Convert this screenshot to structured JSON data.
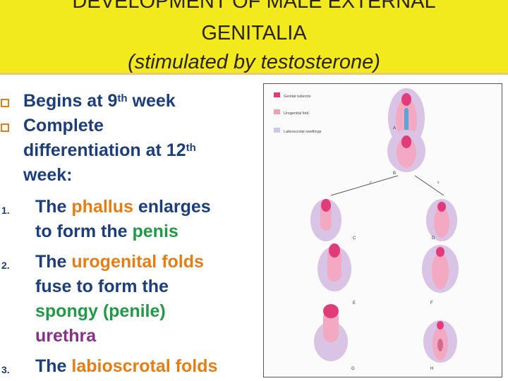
{
  "title": {
    "line1": "DEVELOPMENT OF MALE EXTERNAL",
    "line2": "GENITALIA",
    "line3": "(stimulated by testosterone)"
  },
  "bullets": [
    {
      "text": "Begins at 9",
      "sup": "th",
      "after": " week"
    },
    {
      "text_line1": "Complete",
      "text_line2": "differentiation at 12",
      "sup": "th",
      "text_line3": "week:"
    }
  ],
  "numbered": [
    {
      "marker": "1.",
      "pre": "The ",
      "hl": "phallus",
      "post": " enlarges",
      "line2_pre": "to form the ",
      "line2_hl": "penis"
    },
    {
      "marker": "2.",
      "pre": "The ",
      "hl": "urogenital folds",
      "line2": "fuse to form the",
      "line3": "spongy (penile)",
      "line4": "urethra"
    },
    {
      "marker": "3.",
      "pre": "The ",
      "hl": "labioscrotal folds"
    }
  ],
  "figure": {
    "legend": [
      "Genital tubercle",
      "Urogenital fold",
      "Labioscrotal swellings"
    ],
    "legend_colors": [
      "#e23b7a",
      "#f2a0b8",
      "#c9c9e8"
    ],
    "stage_labels": [
      "A",
      "B",
      "C",
      "D",
      "E",
      "F",
      "G",
      "H"
    ],
    "sex_symbols": [
      "♂",
      "♀"
    ]
  }
}
